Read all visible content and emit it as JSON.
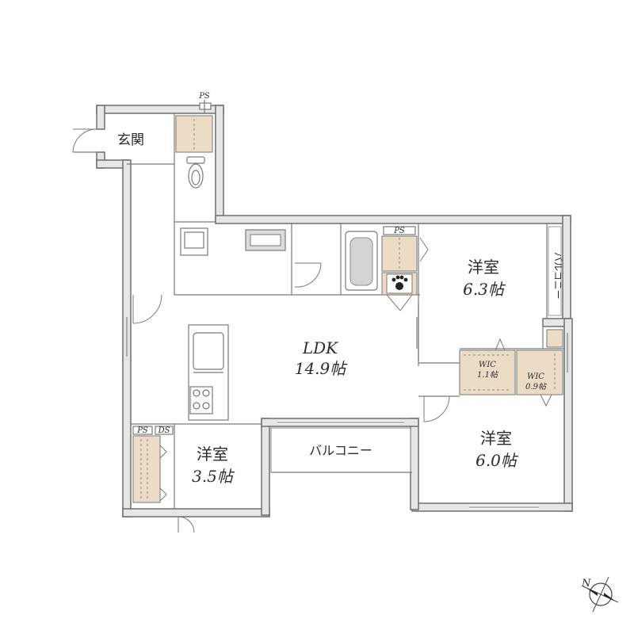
{
  "rooms": {
    "entrance": "玄関",
    "ldk_name": "LDK",
    "ldk_size": "14.9帖",
    "bed1_name": "洋室",
    "bed1_size": "6.3帖",
    "bed2_name": "洋室",
    "bed2_size": "6.0帖",
    "bed3_name": "洋室",
    "bed3_size": "3.5帖",
    "wic1_name": "WIC",
    "wic1_size": "1.1帖",
    "wic2_name": "WIC",
    "wic2_size": "0.9帖",
    "balcony_main": "バルコニー",
    "balcony_side": "バルコニー"
  },
  "labels": {
    "ps_top": "PS",
    "ps_mid": "PS",
    "ps_bottom": "PS",
    "ds_bottom": "DS",
    "compass_n": "N"
  }
}
